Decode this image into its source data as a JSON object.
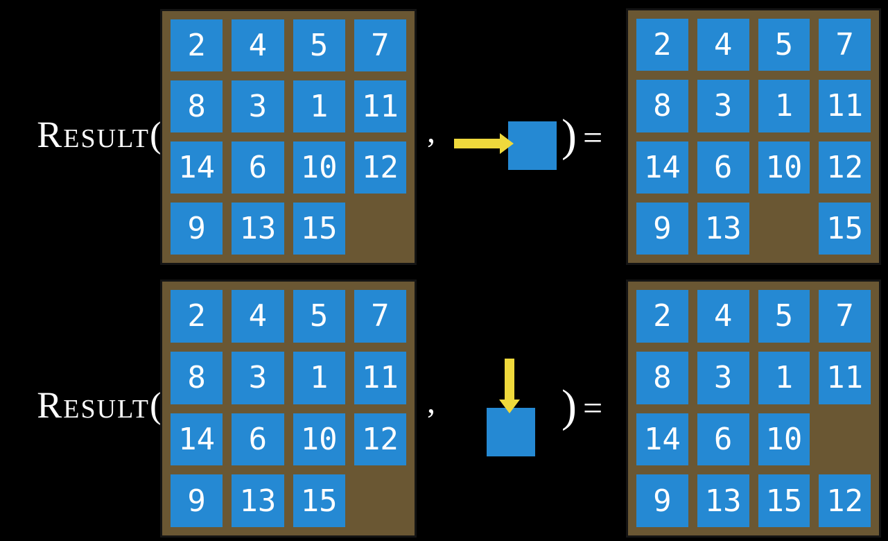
{
  "colors": {
    "background": "#000000",
    "board_brown": "#6A5733",
    "tile_blue": "#2589D3",
    "arrow_yellow": "#EFD93C",
    "text_white": "#FFFFFF"
  },
  "rows": [
    {
      "label": "Result(",
      "comma": ",",
      "move_icon": "arrow-right-into-blank-tile",
      "close_paren": ")",
      "equals_sign": "=",
      "input_board": [
        [
          "2",
          "4",
          "5",
          "7"
        ],
        [
          "8",
          "3",
          "1",
          "11"
        ],
        [
          "14",
          "6",
          "10",
          "12"
        ],
        [
          "9",
          "13",
          "15",
          ""
        ]
      ],
      "output_board": [
        [
          "2",
          "4",
          "5",
          "7"
        ],
        [
          "8",
          "3",
          "1",
          "11"
        ],
        [
          "14",
          "6",
          "10",
          "12"
        ],
        [
          "9",
          "13",
          "",
          "15"
        ]
      ]
    },
    {
      "label": "Result(",
      "comma": ",",
      "move_icon": "arrow-down-into-blank-tile",
      "close_paren": ")",
      "equals_sign": "=",
      "input_board": [
        [
          "2",
          "4",
          "5",
          "7"
        ],
        [
          "8",
          "3",
          "1",
          "11"
        ],
        [
          "14",
          "6",
          "10",
          "12"
        ],
        [
          "9",
          "13",
          "15",
          ""
        ]
      ],
      "output_board": [
        [
          "2",
          "4",
          "5",
          "7"
        ],
        [
          "8",
          "3",
          "1",
          "11"
        ],
        [
          "14",
          "6",
          "10",
          ""
        ],
        [
          "9",
          "13",
          "15",
          "12"
        ]
      ]
    }
  ]
}
